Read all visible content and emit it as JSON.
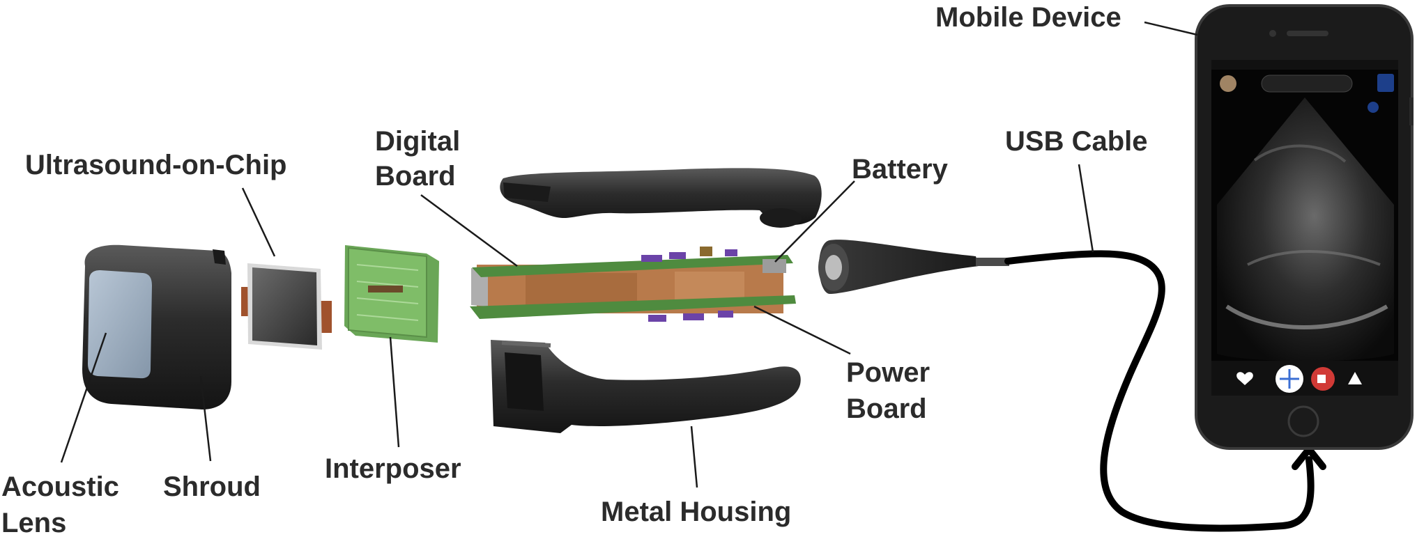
{
  "labels": {
    "mobile_device": "Mobile Device",
    "usb_cable": "USB Cable",
    "ultrasound_on_chip": "Ultrasound-on-Chip",
    "digital_board_1": "Digital",
    "digital_board_2": "Board",
    "battery": "Battery",
    "power_board_1": "Power",
    "power_board_2": "Board",
    "acoustic_lens_1": "Acoustic",
    "acoustic_lens_2": "Lens",
    "shroud": "Shroud",
    "interposer": "Interposer",
    "metal_housing": "Metal Housing"
  },
  "colors": {
    "label": "#2b2b2b",
    "leader_line": "#1a1a1a",
    "probe_body": "#2e2e2e",
    "lens": "#9fb1c3",
    "pcb_green": "#5f9a4c",
    "frame_copper": "#b87a4b",
    "component_purple": "#6b43a8",
    "phone_body": "#1b1b1b",
    "ultrasound_bg": "#050505"
  },
  "icons": [
    "heart-icon",
    "crosshair-icon",
    "record-icon",
    "triangle-icon",
    "bookmark-icon"
  ]
}
